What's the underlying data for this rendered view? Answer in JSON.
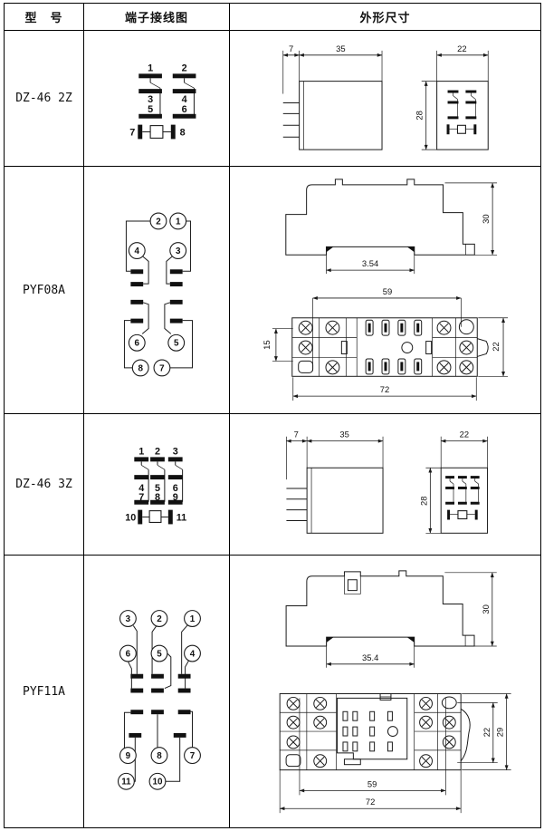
{
  "table": {
    "header": {
      "model": "型　号",
      "wiring": "端子接线图",
      "dimensions": "外形尺寸"
    }
  },
  "rows": [
    {
      "model": "DZ-46 2Z",
      "wiring": {
        "terminals": [
          "1",
          "2",
          "3",
          "4",
          "5",
          "6",
          "7",
          "8"
        ]
      },
      "dims": {
        "pin": "7",
        "body": "35",
        "width": "22",
        "height": "28"
      }
    },
    {
      "model": "PYF08A",
      "wiring": {
        "terminals": [
          "2",
          "1",
          "4",
          "3",
          "6",
          "5",
          "8",
          "7"
        ]
      },
      "dims": {
        "height": "30",
        "pitch": "3.54",
        "span": "59",
        "rows": "15",
        "depth": "22",
        "length": "72"
      }
    },
    {
      "model": "DZ-46 3Z",
      "wiring": {
        "terminals": [
          "1",
          "2",
          "3",
          "4",
          "5",
          "6",
          "7",
          "8",
          "9",
          "10",
          "11"
        ]
      },
      "dims": {
        "pin": "7",
        "body": "35",
        "width": "22",
        "height": "28"
      }
    },
    {
      "model": "PYF11A",
      "wiring": {
        "terminals": [
          "3",
          "2",
          "1",
          "6",
          "5",
          "4",
          "9",
          "8",
          "7",
          "11",
          "10"
        ]
      },
      "dims": {
        "height": "30",
        "pitch": "35.4",
        "span": "59",
        "depth": "22",
        "outer": "29",
        "length": "72"
      }
    }
  ]
}
